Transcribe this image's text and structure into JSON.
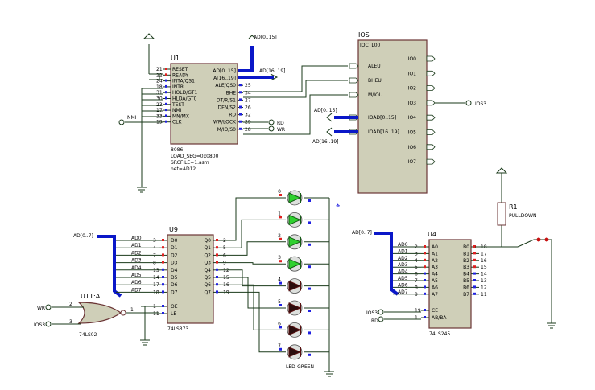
{
  "u1": {
    "ref": "U1",
    "left_pins": [
      "RESET",
      "READY",
      "INTA/QS1",
      "INTR",
      "HOLD/GT1",
      "HLDA/GT0",
      "TEST",
      "NMI",
      "MN/MX",
      "CLK"
    ],
    "left_nums": [
      "21",
      "22",
      "24",
      "18",
      "31",
      "30",
      "23",
      "17",
      "33",
      "19"
    ],
    "right_pins": [
      "AD[0..15]",
      "A[16..19]",
      "ALE/QS0",
      "BHE",
      "DT/R/S1",
      "DEN/S2",
      "RD",
      "WR/LOCK",
      "M/IO/S0"
    ],
    "right_nums": [
      "",
      "",
      "25",
      "34",
      "27",
      "26",
      "32",
      "29",
      "28"
    ],
    "info": [
      "8086",
      "LOAD_SEG=0x0800",
      "SRCFILE=1.asm",
      "net=AD12"
    ],
    "nmi_label": "NMI"
  },
  "ios": {
    "ref": "IOS",
    "sub": "IOCTL00",
    "left_pins": [
      "ALEU",
      "BHEU",
      "M/IOU",
      "IOAD[0..15]",
      "IOAD[16..19]"
    ],
    "right_pins": [
      "IO0",
      "IO1",
      "IO2",
      "IO3",
      "IO4",
      "IO5",
      "IO6",
      "IO7"
    ]
  },
  "nets": {
    "ad015_top": "AD[0..15]",
    "ad1619_top": "AD[16..19]",
    "ios_ad015": "AD[0..15]",
    "ios_ad1619": "AD[16..19]",
    "rd": "RD",
    "wr": "WR",
    "ios3": "IOS3",
    "ad07_left": "AD[0..7]",
    "ad07_right": "AD[0..7]",
    "wr_left": "WR",
    "ios3_left": "IOS3",
    "ios3_u4": "IOS3",
    "rd_u4": "RD"
  },
  "u9": {
    "ref": "U9",
    "left_pins": [
      "D0",
      "D1",
      "D2",
      "D3",
      "D4",
      "D5",
      "D6",
      "D7",
      "OE",
      "LE"
    ],
    "left_nums": [
      "3",
      "4",
      "7",
      "8",
      "13",
      "14",
      "17",
      "18",
      "1",
      "11"
    ],
    "ad_labels": [
      "AD0",
      "AD1",
      "AD2",
      "AD3",
      "AD4",
      "AD5",
      "AD6",
      "AD7"
    ],
    "right_pins": [
      "Q0",
      "Q1",
      "Q2",
      "Q3",
      "Q4",
      "Q5",
      "Q6",
      "Q7"
    ],
    "right_nums": [
      "2",
      "5",
      "6",
      "9",
      "12",
      "15",
      "16",
      "19"
    ],
    "part": "74LS373"
  },
  "u11": {
    "ref": "U11:A",
    "part": "74LS02",
    "pin_a": "2",
    "pin_b": "3",
    "pin_out": "1"
  },
  "leds": {
    "labels": [
      "0",
      "1",
      "2",
      "3",
      "4",
      "5",
      "6",
      "7"
    ],
    "states": [
      "on",
      "on",
      "on",
      "on",
      "off",
      "off",
      "off",
      "off"
    ],
    "part": "LED-GREEN"
  },
  "u4": {
    "ref": "U4",
    "left_pins": [
      "A0",
      "A1",
      "A2",
      "A3",
      "A4",
      "A5",
      "A6",
      "A7",
      "CE",
      "AB/BA"
    ],
    "left_nums": [
      "2",
      "3",
      "4",
      "5",
      "6",
      "7",
      "8",
      "9",
      "19",
      "1"
    ],
    "ad_labels": [
      "AD0",
      "AD1",
      "AD2",
      "AD3",
      "AD4",
      "AD5",
      "AD6",
      "AD7"
    ],
    "right_pins": [
      "B0",
      "B1",
      "B2",
      "B3",
      "B4",
      "B5",
      "B6",
      "B7"
    ],
    "right_nums": [
      "18",
      "17",
      "16",
      "15",
      "14",
      "13",
      "12",
      "11"
    ],
    "part": "74LS245"
  },
  "r1": {
    "ref": "R1",
    "value": "PULLDOWN"
  }
}
